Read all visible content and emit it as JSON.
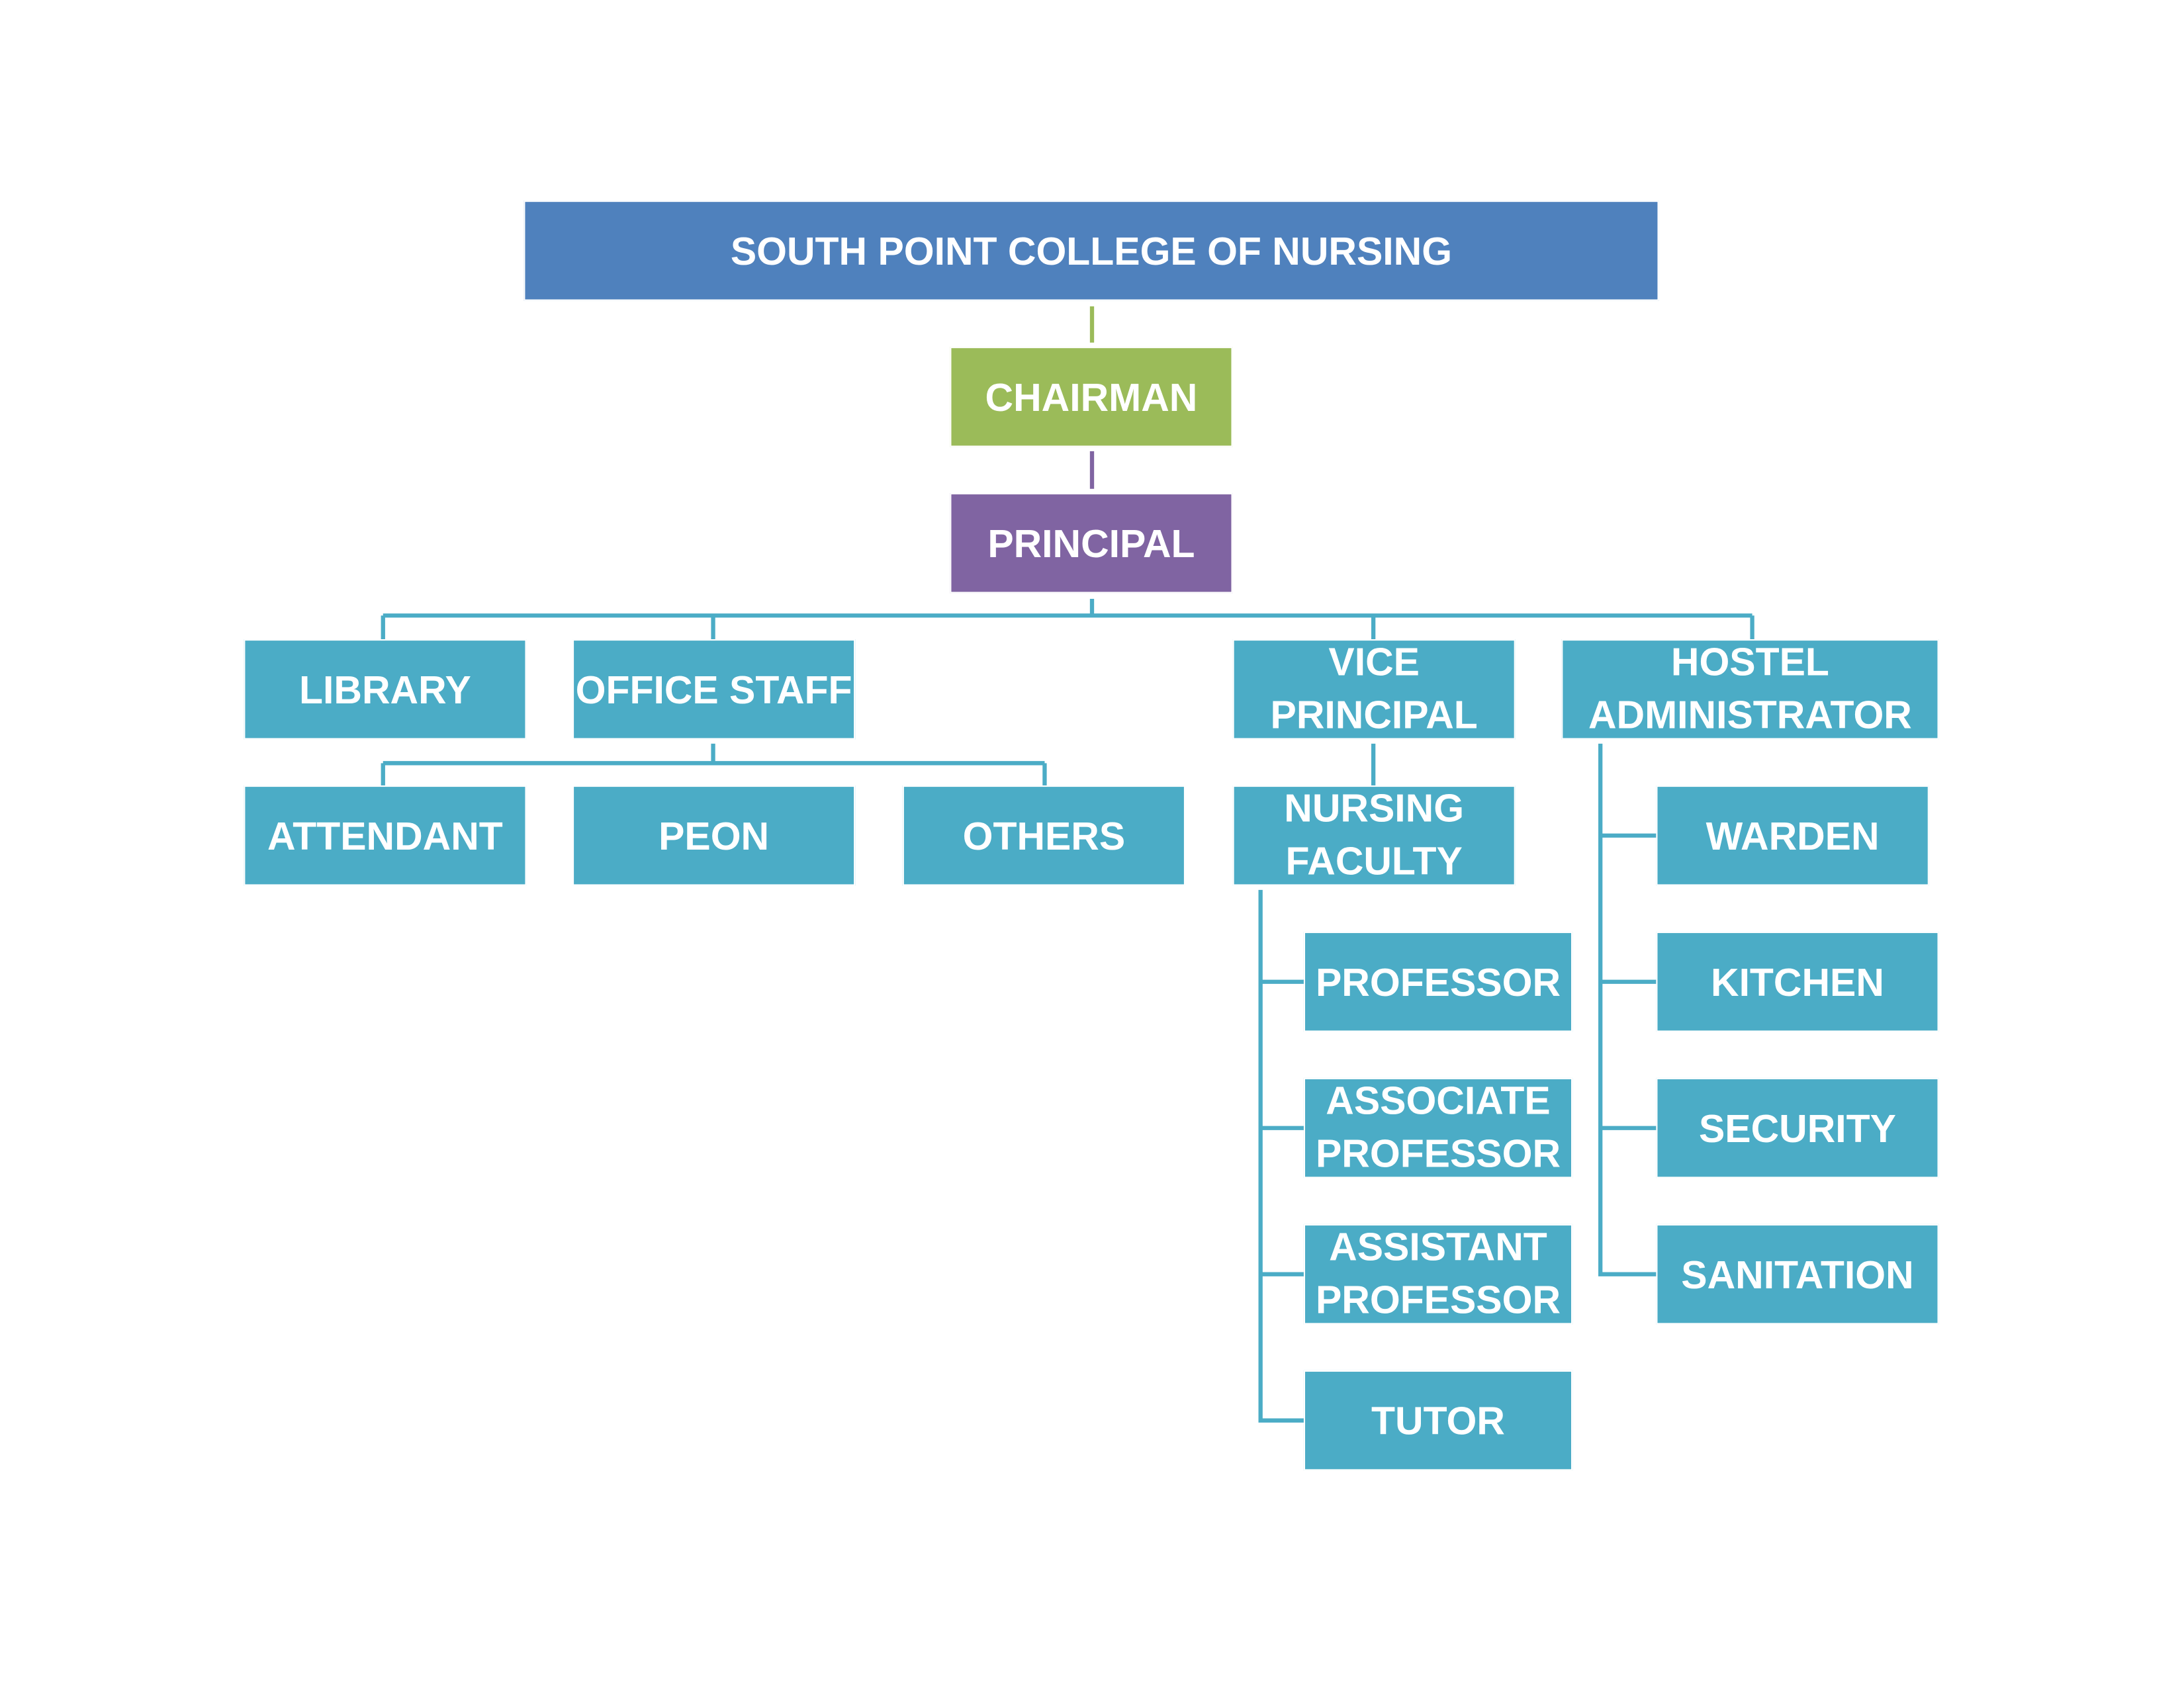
{
  "colors": {
    "title": "#4f81bd",
    "chairman": "#9bbb59",
    "principal": "#8064a2",
    "department": "#4bacc6",
    "line_top": "#9bbb59",
    "line_principal": "#8064a2",
    "line_branch": "#4bacc6"
  },
  "nodes": {
    "college": "SOUTH POINT COLLEGE OF NURSING",
    "chairman": "CHAIRMAN",
    "principal": "PRINCIPAL",
    "library": "LIBRARY",
    "office_staff": "OFFICE STAFF",
    "vice_principal": "VICE\nPRINCIPAL",
    "hostel_administrator": "HOSTEL\nADMINISTRATOR",
    "attendant": "ATTENDANT",
    "peon": "PEON",
    "others": "OTHERS",
    "nursing_faculty": "NURSING\nFACULTY",
    "professor": "PROFESSOR",
    "associate_professor": "ASSOCIATE\nPROFESSOR",
    "assistant_professor": "ASSISTANT\nPROFESSOR",
    "tutor": "TUTOR",
    "warden": "WARDEN",
    "kitchen": "KITCHEN",
    "security": "SECURITY",
    "sanitation": "SANITATION"
  }
}
